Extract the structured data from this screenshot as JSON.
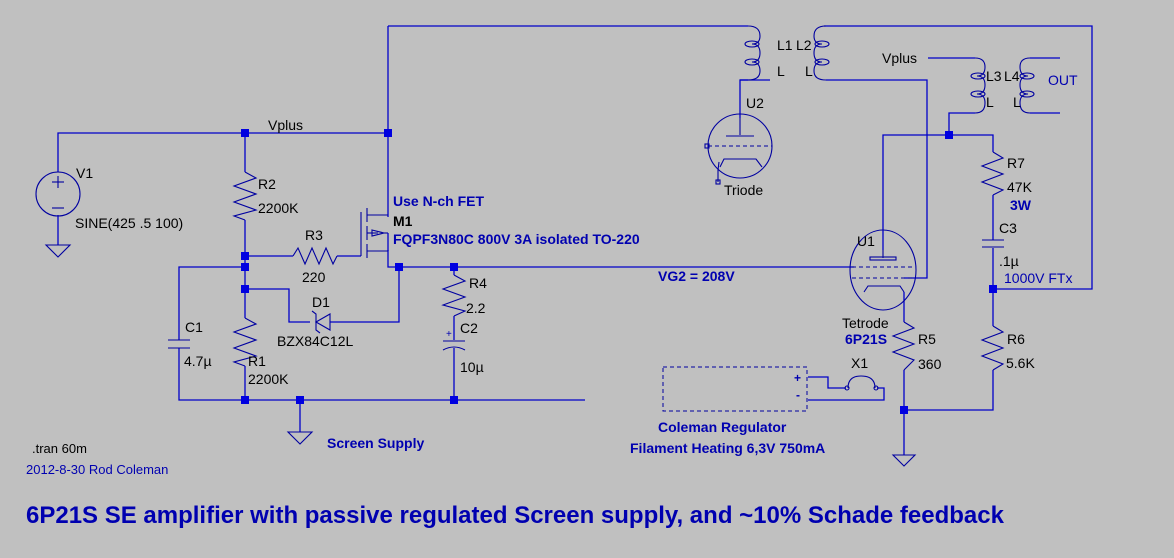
{
  "schematic": {
    "title": "6P21S SE amplifier with passive regulated Screen supply, and ~10% Schade feedback",
    "sim_directive": ".tran 60m",
    "author_line": "2012-8-30 Rod Coleman",
    "section_label": "Screen Supply",
    "net_labels": {
      "vplus_main": "Vplus",
      "vplus_ot": "Vplus",
      "vg2": "VG2 = 208V",
      "out": "OUT"
    },
    "components": {
      "V1": {
        "ref": "V1",
        "value": "SINE(425 .5 100)"
      },
      "R1": {
        "ref": "R1",
        "value": "2200K"
      },
      "R2": {
        "ref": "R2",
        "value": "2200K"
      },
      "R3": {
        "ref": "R3",
        "value": "220"
      },
      "R4": {
        "ref": "R4",
        "value": "2.2"
      },
      "R5": {
        "ref": "R5",
        "value": "360"
      },
      "R6": {
        "ref": "R6",
        "value": "5.6K"
      },
      "R7": {
        "ref": "R7",
        "value": "47K",
        "note": "3W"
      },
      "C1": {
        "ref": "C1",
        "value": "4.7µ"
      },
      "C2": {
        "ref": "C2",
        "value": "10µ"
      },
      "C3": {
        "ref": "C3",
        "value": ".1µ",
        "note": "1000V FTx"
      },
      "D1": {
        "ref": "D1",
        "value": "BZX84C12L"
      },
      "M1": {
        "ref": "M1",
        "note_top": "Use N-ch FET",
        "value": "FQPF3N80C 800V 3A isolated TO-220"
      },
      "U1": {
        "ref": "U1",
        "type": "Tetrode",
        "value": "6P21S"
      },
      "U2": {
        "ref": "U2",
        "type": "Triode"
      },
      "L1": {
        "ref": "L1",
        "value": "L"
      },
      "L2": {
        "ref": "L2",
        "value": "L"
      },
      "L3": {
        "ref": "L3",
        "value": "L"
      },
      "L4": {
        "ref": "L4",
        "value": "L"
      },
      "X1": {
        "ref": "X1"
      }
    },
    "regulator_box": {
      "plus": "+",
      "minus": "-",
      "label1": "Coleman Regulator",
      "label2": "Filament Heating 6,3V 750mA"
    },
    "colors": {
      "background": "#c0c0c0",
      "wire": "#0000c8",
      "comment_text": "#0000b0",
      "label_text": "#000000"
    }
  }
}
